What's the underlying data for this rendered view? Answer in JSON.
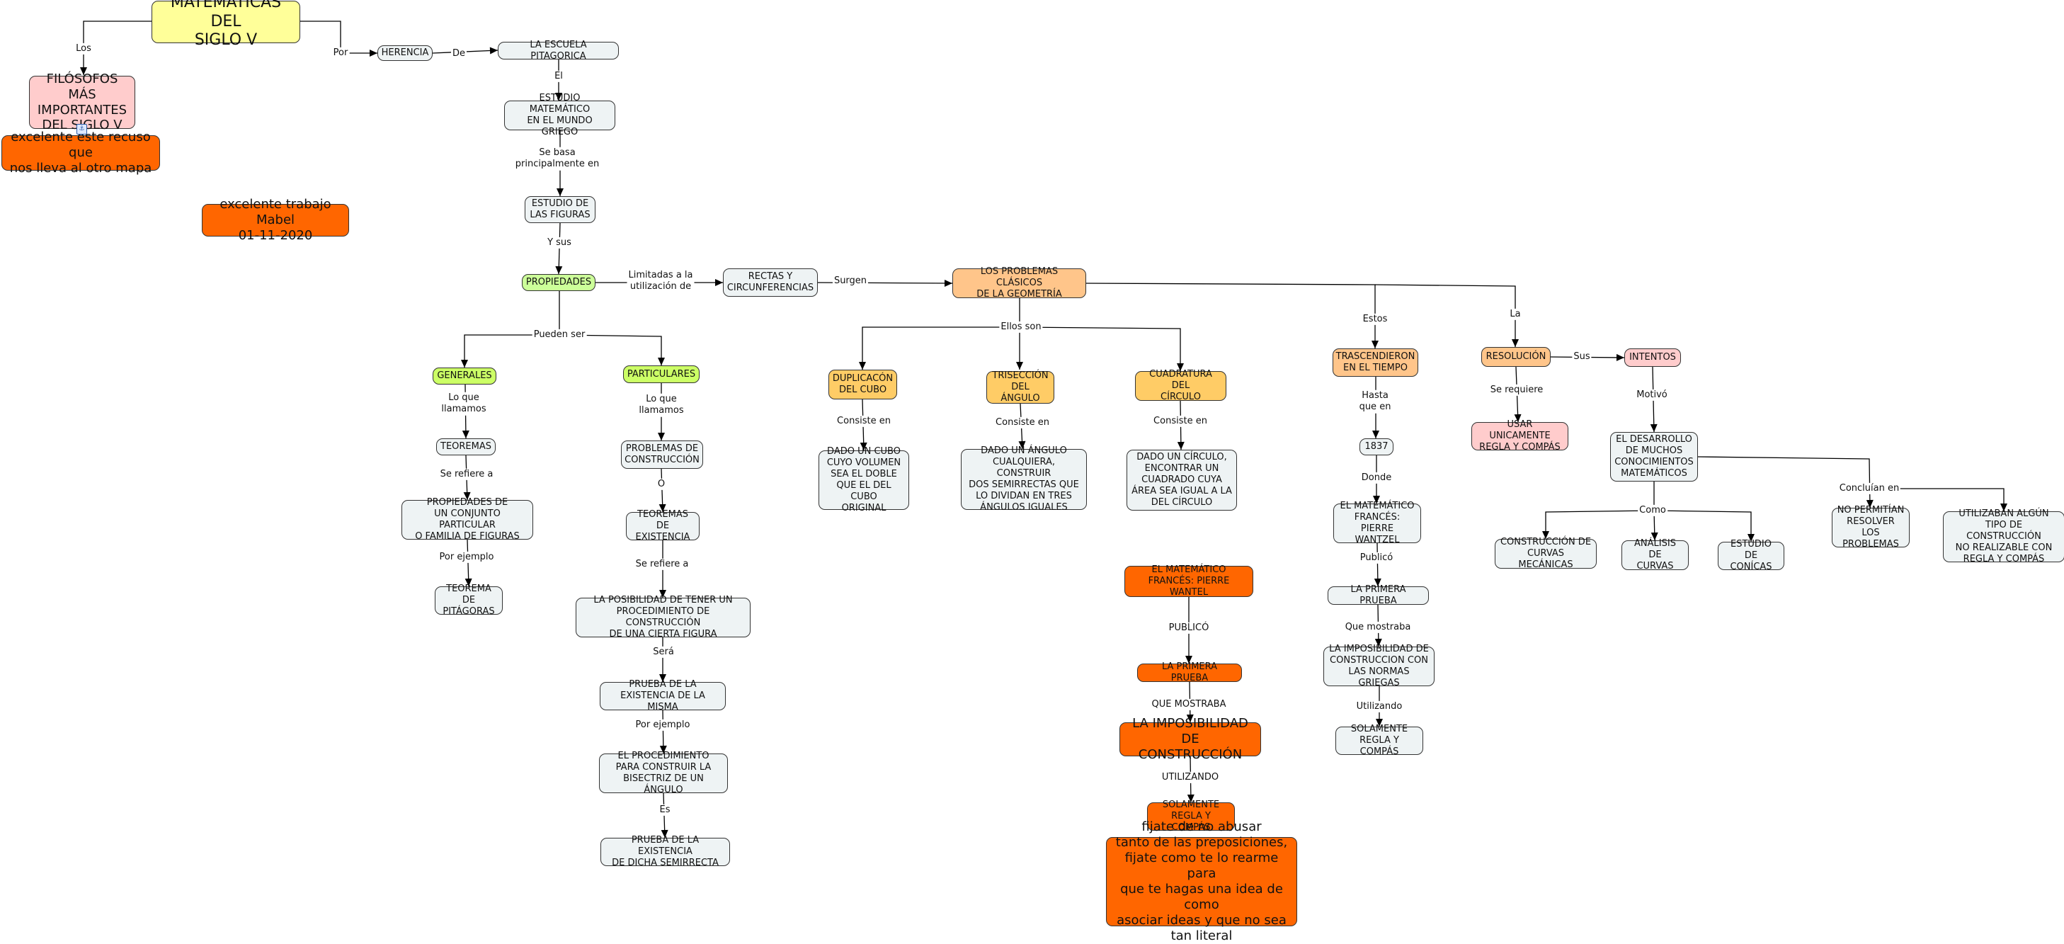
{
  "nodes": {
    "mat": "MATEMÁTICAS DEL\nSIGLO V",
    "filosofos": "FILÓSOFOS MÁS\nIMPORTANTES\nDEL SIGLO V",
    "recurso": "excelente este recuso que\nnos lleva al otro mapa",
    "trabajo": "excelente trabajo Mabel\n01-11-2020",
    "herencia": "HERENCIA",
    "escuela": "LA ESCUELA PITAGORICA",
    "estudio_mat": "ESTUDIO MATEMÁTICO\nEN EL MUNDO GRIEGO",
    "estudio_fig": "ESTUDIO DE\nLAS FIGURAS",
    "propiedades": "PROPIEDADES",
    "rectas": "RECTAS Y\nCIRCUNFERENCIAS",
    "problemas_clasicos": "LOS PROBLEMAS CLÁSICOS\nDE LA GEOMETRÍA",
    "generales": "GENERALES",
    "particulares": "PARTICULARES",
    "teoremas": "TEOREMAS",
    "prop_conjunto": "PROPIEDADES DE\nUN CONJUNTO PARTICULAR\nO FAMILIA DE FIGURAS",
    "pitagoras": "TEOREMA DE\nPITÁGORAS",
    "problemas_const": "PROBLEMAS DE\nCONSTRUCCIÓN",
    "teoremas_exist": "TEOREMAS DE\nEXISTENCIA",
    "posibilidad": "LA POSIBILIDAD DE TENER UN\nPROCEDIMIENTO DE CONSTRUCCIÓN\nDE UNA CIERTA FIGURA",
    "prueba_exist": "PRUEBA DE LA\nEXISTENCIA DE LA MISMA",
    "procedimiento": "EL PROCEDIMIENTO\nPARA CONSTRUIR LA\nBISECTRIZ DE UN ÁNGULO",
    "prueba_semirrecta": "PRUEBA DE LA EXISTENCIA\nDE DICHA SEMIRRECTA",
    "duplicacion": "DUPLICACÓN\nDEL CUBO",
    "triseccion": "TRISECCIÓN\nDEL ÁNGULO",
    "cuadratura": "CUADRATURA DEL\nCÍRCULO",
    "dado_cubo": "DADO UN CUBO\nCUYO VOLUMEN\nSEA EL DOBLE\nQUE EL DEL CUBO\nORIGINAL",
    "dado_angulo": "DADO UN ÁNGULO\nCUALQUIERA, CONSTRUIR\nDOS SEMIRRECTAS QUE\nLO DIVIDAN EN TRES\nÁNGULOS IGUALES",
    "dado_circulo": "DADO UN CÍRCULO,\nENCONTRAR UN\nCUADRADO CUYA\nÁREA SEA IGUAL A LA\nDEL CÍRCULO",
    "trascendieron": "TRASCENDIERON\nEN EL TIEMPO",
    "y1837": "1837",
    "wantzel": "EL MATEMÁTICO\nFRANCÉS:\nPIERRE WANTZEL",
    "primera_prueba": "LA PRIMERA PRUEBA",
    "imposibilidad": "LA IMPOSIBILIDAD DE\nCONSTRUCCION CON\nLAS NORMAS GRIEGAS",
    "solamente": "SOLAMENTE\nREGLA Y COMPÁS",
    "resolucion": "RESOLUCIÓN",
    "usar": "USAR UNICAMENTE\nREGLA Y COMPÁS",
    "intentos": "INTENTOS",
    "desarrollo": "EL DESARROLLO\nDE MUCHOS\nCONOCIMIENTOS\nMATEMÁTICOS",
    "curvas_mec": "CONSTRUCCIÓN DE\nCURVAS MECÁNICAS",
    "analisis": "ANÁLISIS DE\nCURVAS",
    "conicas": "ESTUDIO DE\nCONÍCAS",
    "no_permitian": "NO PERMITÍAN\nRESOLVER LOS\nPROBLEMAS",
    "utilizaban": "UTILIZABAN ALGÚN\nTIPO DE CONSTRUCCIÓN\nNO REALIZABLE CON\nREGLA Y COMPÁS",
    "o_wantel": "EL MATEMÁTICO\nFRANCÉS: PIERRE WANTEL",
    "o_primera": "LA PRIMERA PRUEBA",
    "o_imposibilidad": "LA IMPOSIBILIDAD DE\nCONSTRUCCIÓN",
    "o_solamente": "SOLAMENTE\nREGLA Y COMPÁS",
    "o_fijate": "fijate de no abusar\ntanto de las preposiciones,\nfijate como te lo rearme para\nque te hagas una idea de como\nasociar ideas y que no sea\ntan literal"
  },
  "labels": {
    "los": "Los",
    "por": "Por",
    "de": "De",
    "el": "El",
    "se_basa": "Se basa\nprincipalmente en",
    "y_sus": "Y sus",
    "limitadas": "Limitadas a la\nutilización de",
    "surgen": "Surgen",
    "pueden_ser": "Pueden ser",
    "lo_que_1": "Lo que\nllamamos",
    "lo_que_2": "Lo que\nllamamos",
    "se_refiere_1": "Se refiere a",
    "por_ejemplo_1": "Por ejemplo",
    "o": "O",
    "se_refiere_2": "Se refiere a",
    "sera": "Será",
    "por_ejemplo_2": "Por ejemplo",
    "es": "Es",
    "ellos_son": "Ellos son",
    "consiste_1": "Consiste en",
    "consiste_2": "Consiste en",
    "consiste_3": "Consiste en",
    "estos": "Estos",
    "la": "La",
    "hasta_que": "Hasta\nque en",
    "donde": "Donde",
    "publico": "Publicó",
    "que_mostraba": "Que mostraba",
    "utilizando": "Utilizando",
    "sus": "Sus",
    "se_requiere": "Se requiere",
    "motivo": "Motivó",
    "como": "Como",
    "concluian": "Concluían en",
    "o_publico": "PUBLICÓ",
    "o_que_mostraba": "QUE MOSTRABA",
    "o_utilizando": "UTILIZANDO"
  },
  "colors": {
    "line": "#000000",
    "node_default": "#eef3f4",
    "title": "#ffff99",
    "orange": "#ff6600",
    "peach": "#ffc58a",
    "gold": "#ffcc66",
    "pink": "#ffcccc",
    "green": "#ccff99",
    "lime": "#ccff66"
  }
}
